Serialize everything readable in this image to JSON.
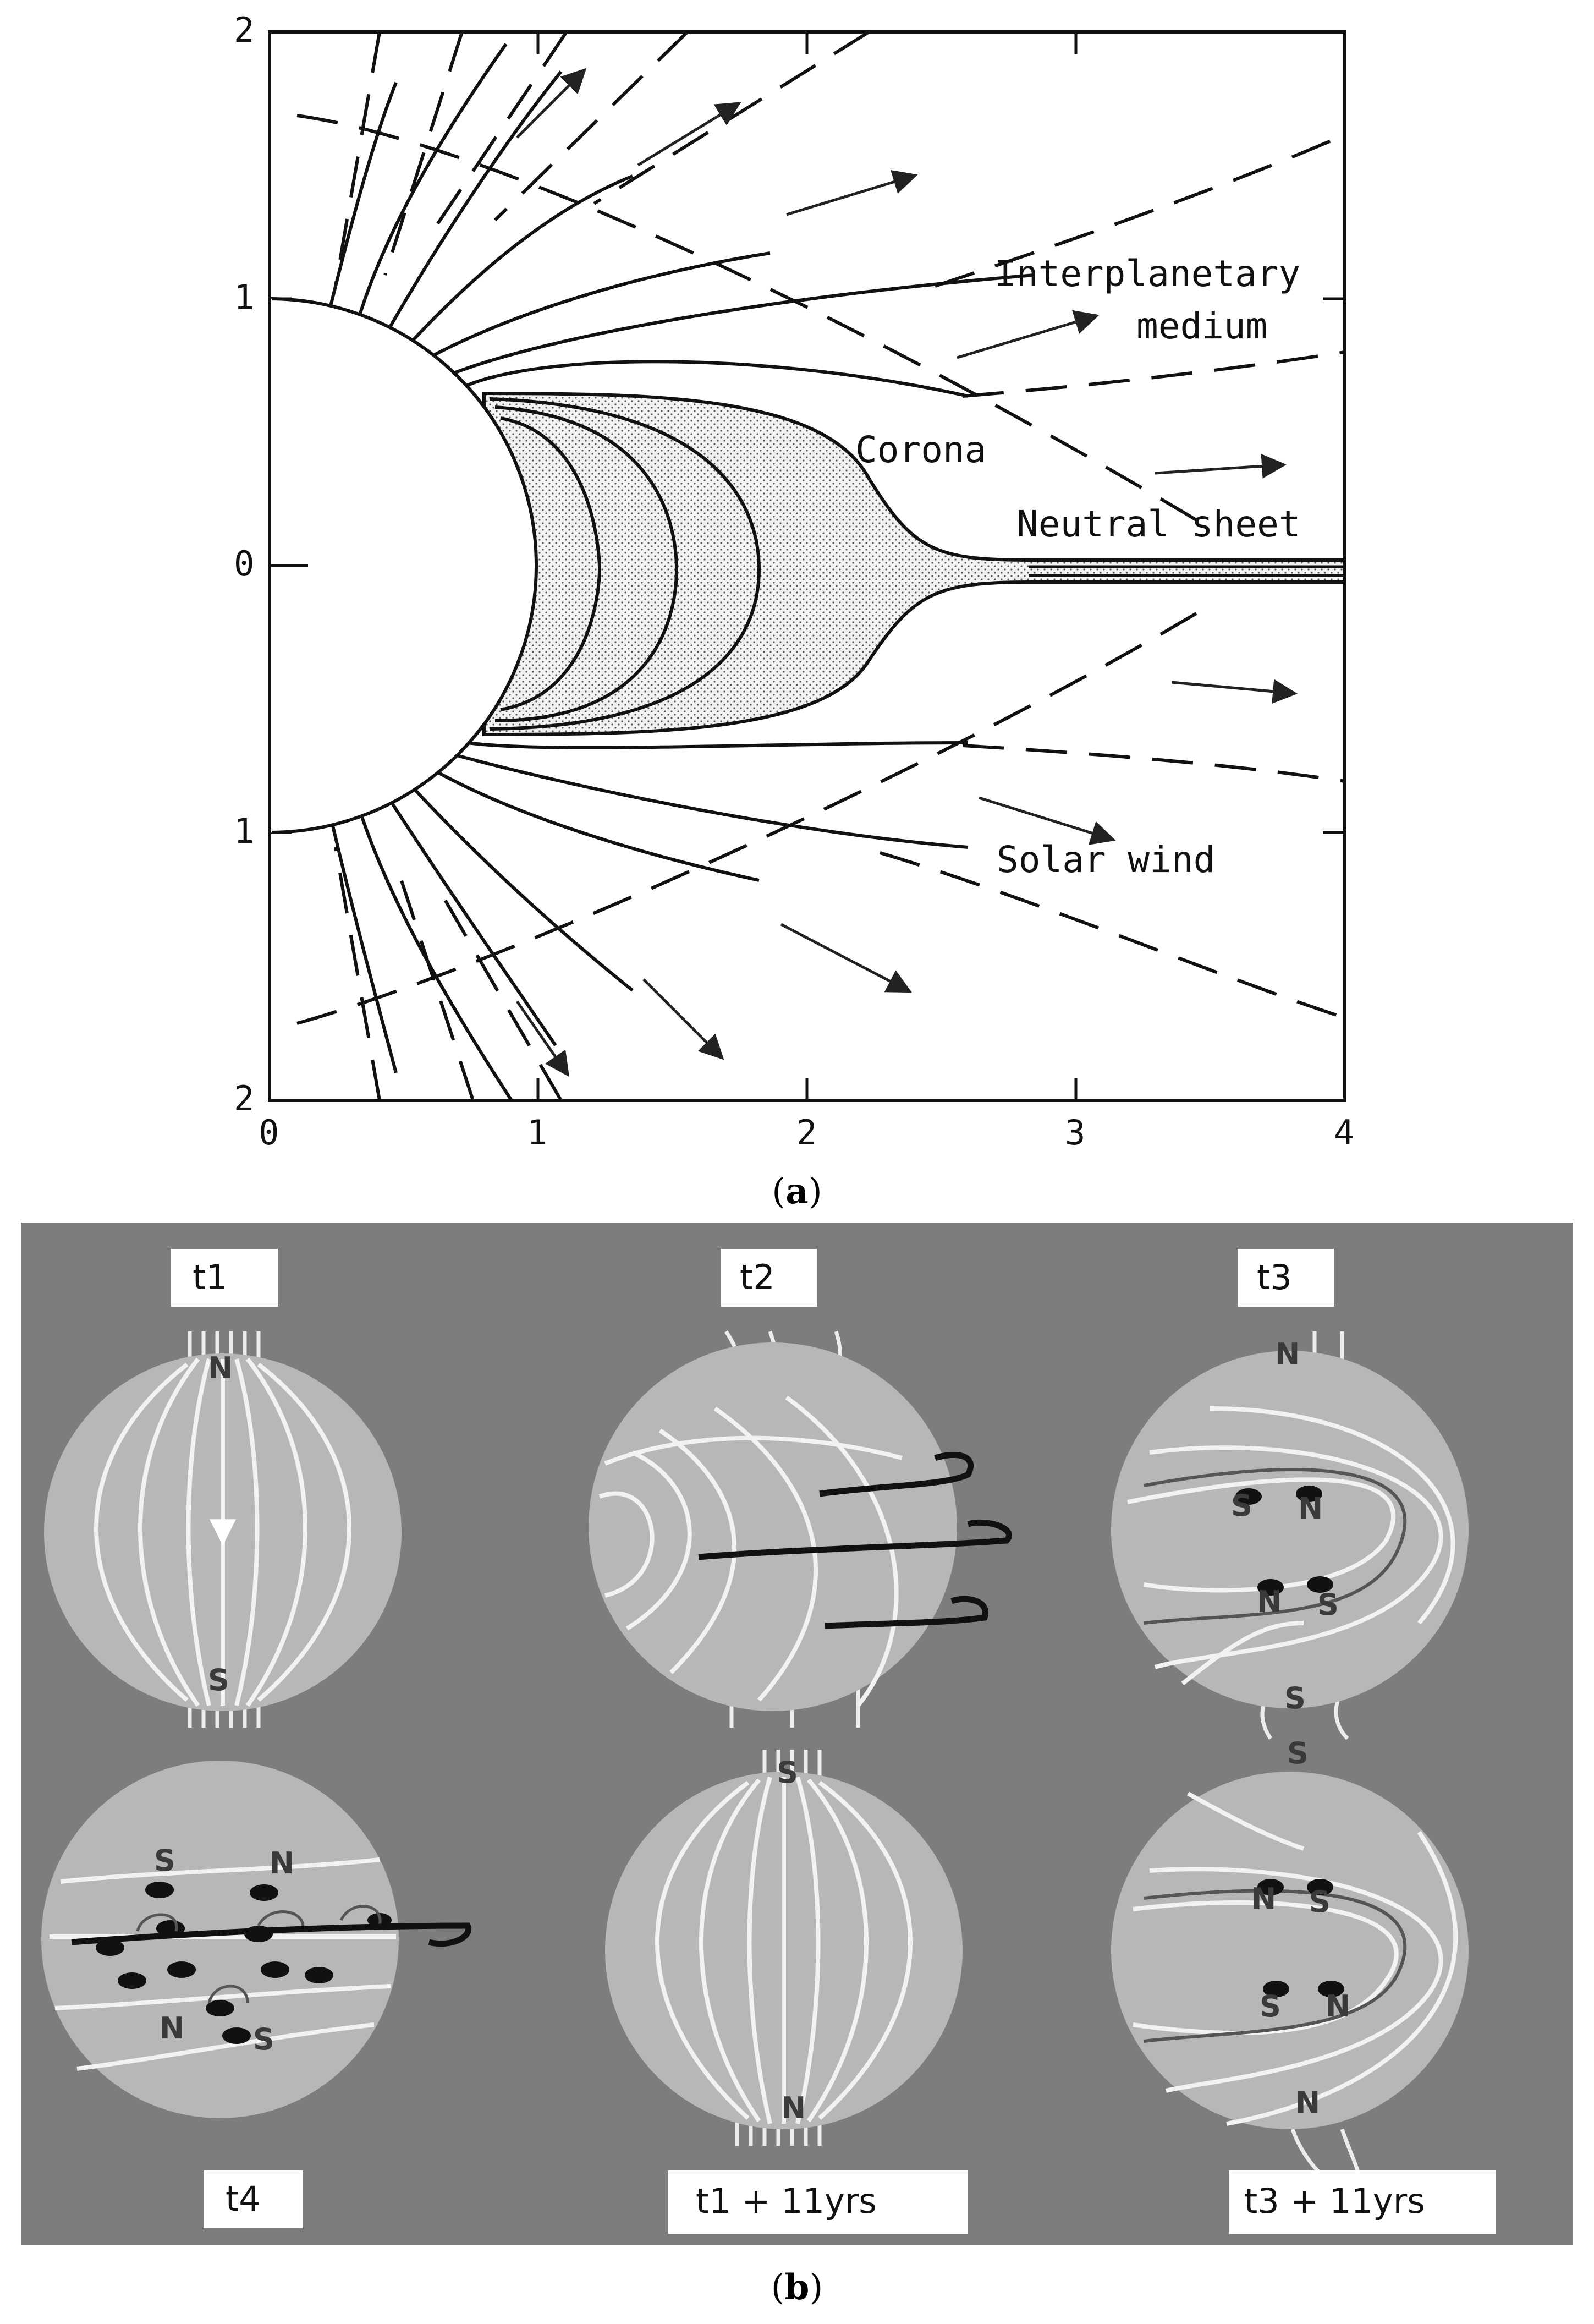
{
  "panel_a": {
    "caption": "a",
    "y_ticks": [
      "2",
      "1",
      "0",
      "1",
      "2"
    ],
    "x_ticks": [
      "0",
      "1",
      "2",
      "3",
      "4"
    ],
    "labels": {
      "interplanetary_line1": "Interplanetary",
      "interplanetary_line2": "medium",
      "corona": "Corona",
      "neutral_sheet": "Neutral sheet",
      "solar_wind": "Solar wind"
    }
  },
  "panel_b": {
    "caption": "b",
    "time_labels": {
      "t1": "t1",
      "t2": "t2",
      "t3": "t3",
      "t4": "t4",
      "t1_11": "t1 + 11yrs",
      "t3_11": "t3 + 11yrs"
    },
    "poles": {
      "N": "N",
      "S": "S"
    }
  }
}
